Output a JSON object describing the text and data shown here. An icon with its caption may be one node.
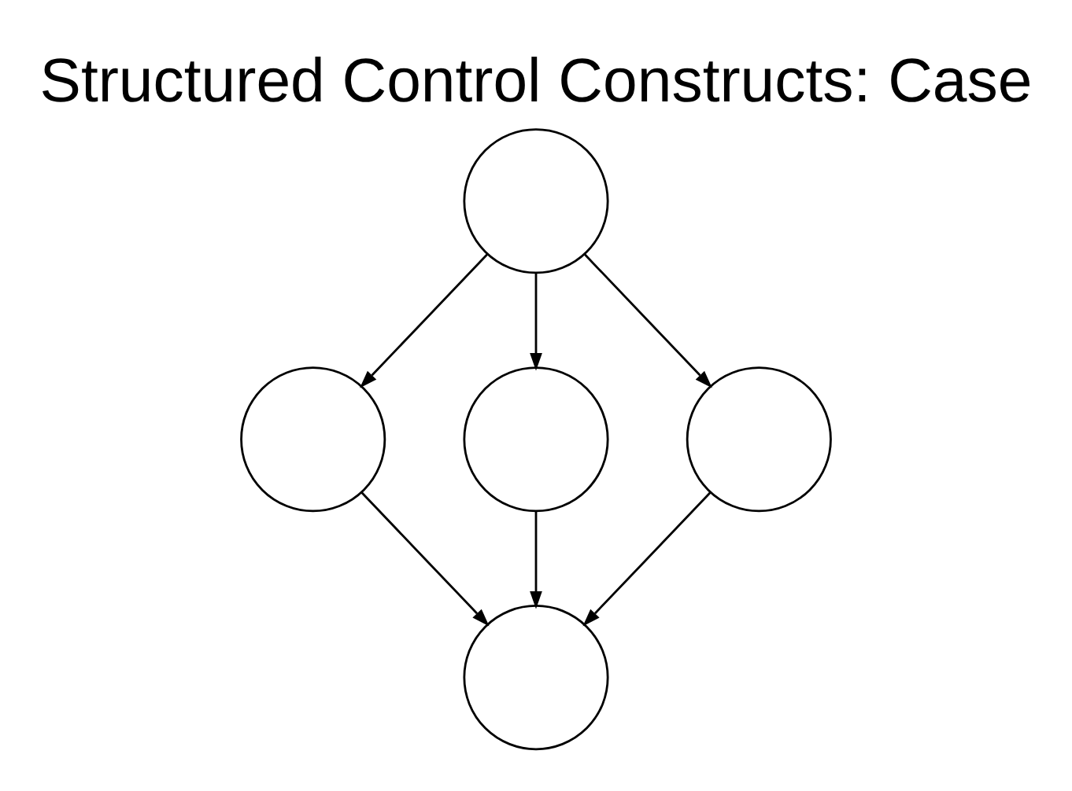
{
  "diagram": {
    "title": "Structured Control Constructs: Case",
    "nodes": [
      {
        "text": [],
        "shape": "circle"
      },
      {
        "text": [],
        "shape": "circle"
      },
      {
        "text": [],
        "shape": "circle"
      },
      {
        "text": [],
        "shape": "circle"
      },
      {
        "text": [],
        "shape": "circle"
      }
    ],
    "edges": [
      {
        "from": 0,
        "to": 1,
        "arrow": "to"
      },
      {
        "from": 0,
        "to": 2,
        "arrow": "to"
      },
      {
        "from": 0,
        "to": 3,
        "arrow": "to"
      },
      {
        "from": 1,
        "to": 4,
        "arrow": "to"
      },
      {
        "from": 2,
        "to": 4,
        "arrow": "to"
      },
      {
        "from": 3,
        "to": 4,
        "arrow": "to"
      }
    ]
  }
}
